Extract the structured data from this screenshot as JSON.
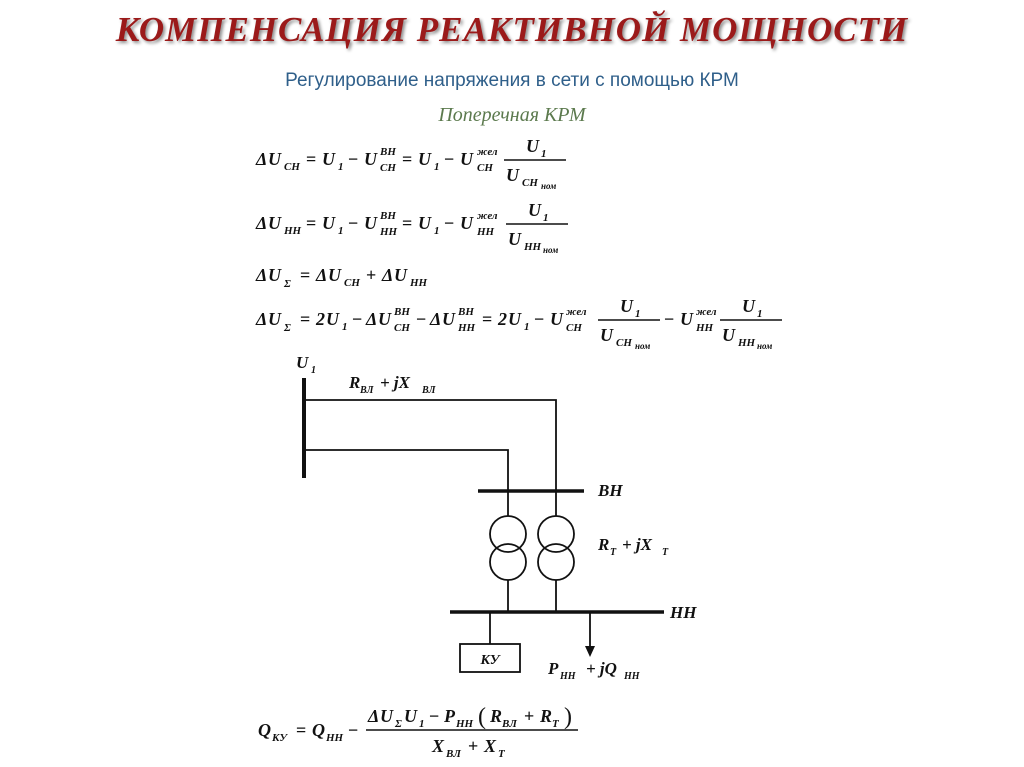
{
  "slide": {
    "title": "КОМПЕНСАЦИЯ  РЕАКТИВНОЙ  МОЩНОСТИ",
    "subtitle": "Регулирование напряжения в сети с помощью КРМ",
    "section": "Поперечная КРМ"
  },
  "symbols": {
    "delta": "Δ",
    "U": "U",
    "one": "1",
    "two": "2",
    "eq": "=",
    "minus": "−",
    "plus": "+",
    "Q": "Q",
    "X": "X",
    "P": "P"
  },
  "subscripts": {
    "sn": "СН",
    "nn": "НН",
    "vn": "ВН",
    "zhel": "жел",
    "nom": "ном",
    "sigma": "Σ",
    "ku": "КУ",
    "vl": "ВЛ",
    "t": "Т"
  },
  "diagram": {
    "source_label": "U",
    "source_sub": "1",
    "line_impedance": "R",
    "line_impedance_sub": "ВЛ",
    "line_reactance": "+ jX",
    "line_reactance_sub": "ВЛ",
    "bus_hv": "ВН",
    "bus_lv": "НН",
    "transformer_R": "R",
    "transformer_R_sub": "Т",
    "transformer_X": "+ jX",
    "transformer_X_sub": "Т",
    "compensator": "КУ",
    "load_P": "P",
    "load_P_sub": "НН",
    "load_Q": "+ jQ",
    "load_Q_sub": "НН"
  },
  "colors": {
    "title": "#9b1a1a",
    "subtitle": "#2f5f8a",
    "section": "#5c7a4e",
    "ink": "#111111"
  }
}
